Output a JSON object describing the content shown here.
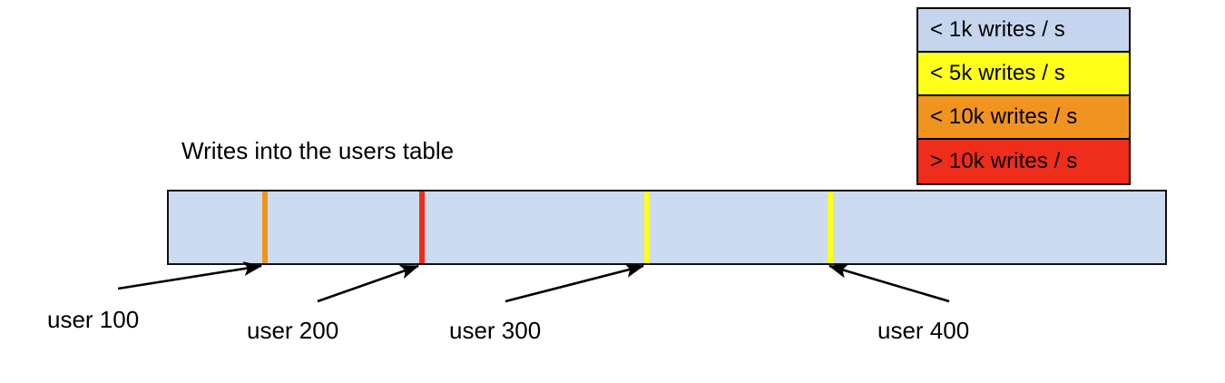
{
  "chart_data": {
    "type": "bar",
    "title": "Writes into the users table",
    "xlabel": "",
    "ylabel": "",
    "description": "Single horizontal partition bar representing the users table, shaded by write rate, with boundary markers at user shard keys.",
    "bar": {
      "fill_color": "#cbdbf0",
      "border_color": "#111111",
      "base_category": "< 1k writes / s"
    },
    "markers": [
      {
        "label": "user 100",
        "color": "#f0941f",
        "category": "< 10k writes / s",
        "position_pct": 9.7
      },
      {
        "label": "user 200",
        "color": "#ee2d1a",
        "category": "> 10k writes / s",
        "position_pct": 25.4
      },
      {
        "label": "user 300",
        "color": "#ffff1a",
        "category": "< 5k writes / s",
        "position_pct": 47.9
      },
      {
        "label": "user 400",
        "color": "#ffff1a",
        "category": "< 5k writes / s",
        "position_pct": 66.2
      }
    ],
    "legend_position": "top-right",
    "legend": [
      {
        "label": "< 1k writes / s",
        "color": "#c5d5ed"
      },
      {
        "label": "< 5k writes / s",
        "color": "#ffff1a"
      },
      {
        "label": "< 10k writes / s",
        "color": "#f0941f"
      },
      {
        "label": "> 10k writes / s",
        "color": "#ee2d1a"
      }
    ]
  },
  "legend": {
    "rows": [
      {
        "label": "< 1k writes / s",
        "color": "#c5d5ed"
      },
      {
        "label": "< 5k writes / s",
        "color": "#ffff1a"
      },
      {
        "label": "< 10k writes / s",
        "color": "#f0941f"
      },
      {
        "label": "> 10k writes / s",
        "color": "#ee2d1a"
      }
    ]
  },
  "diagram": {
    "title": "Writes into the users table",
    "bar_fill": "#cbdbf0",
    "markers": [
      {
        "label": "user 100",
        "color": "#f0941f"
      },
      {
        "label": "user 200",
        "color": "#ee2d1a"
      },
      {
        "label": "user 300",
        "color": "#ffff1a"
      },
      {
        "label": "user 400",
        "color": "#ffff1a"
      }
    ]
  }
}
